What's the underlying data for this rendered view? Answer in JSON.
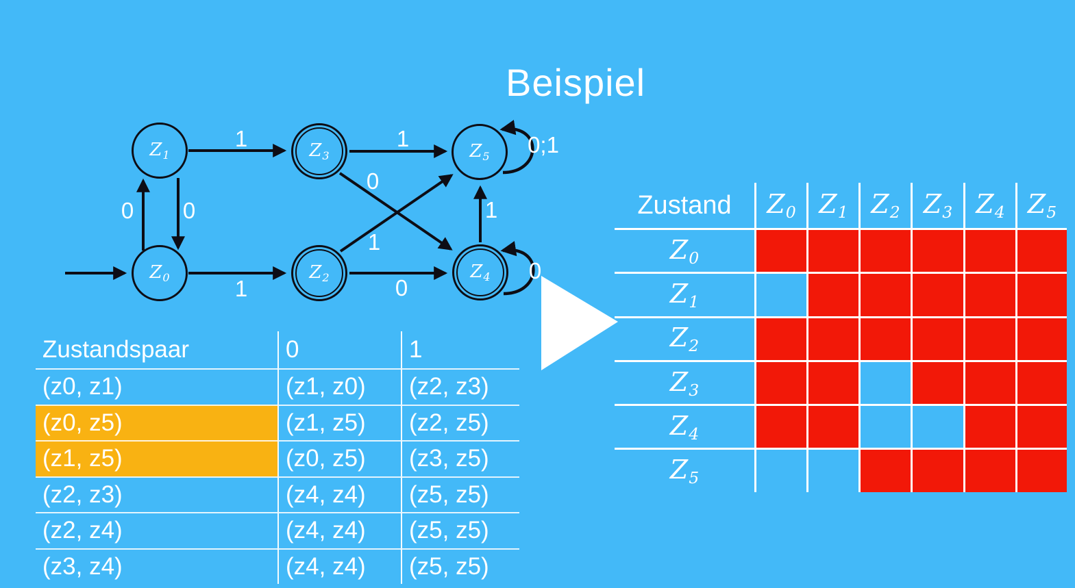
{
  "title": "Beispiel",
  "colors": {
    "background": "#43B9F8",
    "red": "#F21808",
    "orange": "#F9B212",
    "ink": "#0d0d15",
    "line": "#ffffff"
  },
  "automaton": {
    "states": [
      {
        "id": "z1",
        "symbol": "Z",
        "sub": "1",
        "accepting": false,
        "initial": false
      },
      {
        "id": "z3",
        "symbol": "Z",
        "sub": "3",
        "accepting": true,
        "initial": false
      },
      {
        "id": "z5",
        "symbol": "Z",
        "sub": "5",
        "accepting": false,
        "initial": false
      },
      {
        "id": "z0",
        "symbol": "Z",
        "sub": "0",
        "accepting": false,
        "initial": true
      },
      {
        "id": "z2",
        "symbol": "Z",
        "sub": "2",
        "accepting": true,
        "initial": false
      },
      {
        "id": "z4",
        "symbol": "Z",
        "sub": "4",
        "accepting": true,
        "initial": false
      }
    ],
    "edge_labels": {
      "z1_z3": "1",
      "z3_z5": "1",
      "z0_z1": "0",
      "z1_z0": "0",
      "z0_z2": "1",
      "z2_z4": "0",
      "z3_z4": "0",
      "z2_z5": "1",
      "z4_z5": "1",
      "z5_loop": "0;1",
      "z4_loop": "0"
    }
  },
  "pair_table": {
    "headers": [
      "Zustandspaar",
      "0",
      "1"
    ],
    "rows": [
      {
        "pair": "(z0, z1)",
        "on0": "(z1, z0)",
        "on1": "(z2, z3)",
        "highlight": false
      },
      {
        "pair": "(z0, z5)",
        "on0": "(z1, z5)",
        "on1": "(z2, z5)",
        "highlight": true
      },
      {
        "pair": "(z1, z5)",
        "on0": "(z0, z5)",
        "on1": "(z3, z5)",
        "highlight": true
      },
      {
        "pair": "(z2, z3)",
        "on0": "(z4, z4)",
        "on1": "(z5, z5)",
        "highlight": false
      },
      {
        "pair": "(z2, z4)",
        "on0": "(z4, z4)",
        "on1": "(z5, z5)",
        "highlight": false
      },
      {
        "pair": "(z3, z4)",
        "on0": "(z4, z4)",
        "on1": "(z5, z5)",
        "highlight": false
      }
    ]
  },
  "matrix": {
    "corner_label": "Zustand",
    "col_headers": [
      {
        "symbol": "Z",
        "sub": "0"
      },
      {
        "symbol": "Z",
        "sub": "1"
      },
      {
        "symbol": "Z",
        "sub": "2"
      },
      {
        "symbol": "Z",
        "sub": "3"
      },
      {
        "symbol": "Z",
        "sub": "4"
      },
      {
        "symbol": "Z",
        "sub": "5"
      }
    ],
    "rows": [
      {
        "label": {
          "symbol": "Z",
          "sub": "0"
        },
        "cells": [
          "red",
          "red",
          "red",
          "red",
          "red",
          "red"
        ]
      },
      {
        "label": {
          "symbol": "Z",
          "sub": "1"
        },
        "cells": [
          "blue",
          "red",
          "red",
          "red",
          "red",
          "red"
        ]
      },
      {
        "label": {
          "symbol": "Z",
          "sub": "2"
        },
        "cells": [
          "red",
          "red",
          "red",
          "red",
          "red",
          "red"
        ]
      },
      {
        "label": {
          "symbol": "Z",
          "sub": "3"
        },
        "cells": [
          "red",
          "red",
          "blue",
          "red",
          "red",
          "red"
        ]
      },
      {
        "label": {
          "symbol": "Z",
          "sub": "4"
        },
        "cells": [
          "red",
          "red",
          "blue",
          "blue",
          "red",
          "red"
        ]
      },
      {
        "label": {
          "symbol": "Z",
          "sub": "5"
        },
        "cells": [
          "blue",
          "blue",
          "red",
          "red",
          "red",
          "red"
        ]
      }
    ]
  }
}
